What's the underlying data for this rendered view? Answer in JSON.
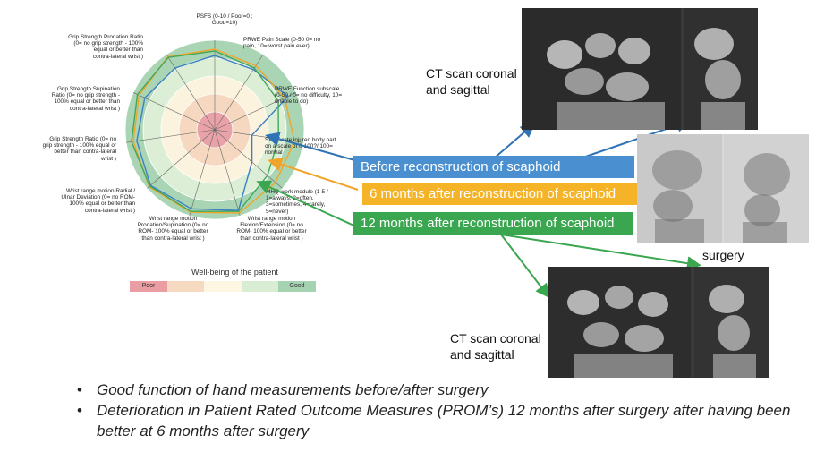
{
  "chart_data": {
    "type": "radar",
    "axes": [
      "PSFS (0-10 / Poor=0 ;\nGood=10)",
      "PRWE Pain Scale (0-50 0= no\npain, 10= worst pain ever)",
      "PRWE Function subscale\n(0-50 / 0= no difficulty, 10=\nunable to do)",
      "SANE rate injured body part\non a scale of 0-100?/ 100=\nnormal",
      "MHQ work module (1-5 /\n1=always, 2=often,\n3=sometimes, 4=rarely,\n5=never)",
      "Wrist range motion\nFlexion/Extension (0= no\nROM- 100% equal or better\nthan contra-lateral wrist )",
      "Wrist range motion\nPronation/Supination (0= no\nROM- 100% equal or better\nthan contra-lateral wrist )",
      "Wrist range motion Radial /\nUlnar Deviation (0= no ROM-\n100% equal or better than\ncontra-lateral wrist )",
      "Grip Strength Ratio (0= no\ngrip strength - 100% equal or\nbetter than contra-lateral\nwrist )",
      "Grip Strength Supination\nRatio (0= no grip strength -\n100% equal or better than\ncontra-lateral wrist )",
      "Grip Strength Pronation Ratio\n(0= no grip strength - 100%\nequal or better than\ncontra-lateral wrist )"
    ],
    "range": [
      0,
      1
    ],
    "series": [
      {
        "name": "Before reconstruction of scaphoid",
        "color": "#3d7fc4",
        "values": [
          0.83,
          0.8,
          0.9,
          0.42,
          0.55,
          0.94,
          0.92,
          0.95,
          0.88,
          0.86,
          0.82
        ]
      },
      {
        "name": "6 months after reconstruction of scaphoid",
        "color": "#f0a52a",
        "values": [
          0.9,
          0.85,
          0.86,
          0.9,
          0.9,
          0.97,
          0.96,
          0.97,
          0.92,
          0.93,
          0.97
        ]
      },
      {
        "name": "12 months after reconstruction of scaphoid",
        "color": "#43a85a",
        "values": [
          0.88,
          0.82,
          0.78,
          0.72,
          0.78,
          0.95,
          0.95,
          0.96,
          0.94,
          0.95,
          0.96
        ]
      }
    ],
    "bands": [
      "#e9a3a8",
      "#f5d8bf",
      "#fbf3de",
      "#dcefd6",
      "#a9d5b4"
    ],
    "legend": {
      "title": "Well-being of the patient",
      "poor": "Poor",
      "good": "Good",
      "colors": [
        "#ea9ea4",
        "#f5d9c0",
        "#fdf6e3",
        "#d9edd4",
        "#a5d2b1"
      ]
    }
  },
  "captions": {
    "ct_top": "CT scan coronal\nand sagittal",
    "ct_bottom": "CT scan coronal\nand sagittal",
    "xray": "surgery"
  },
  "banners": {
    "before": {
      "label": "Before reconstruction of scaphoid",
      "color": "#4a90d0"
    },
    "six": {
      "label": "6 months after reconstruction of scaphoid",
      "color": "#f5b328"
    },
    "twelve": {
      "label": "12 months after reconstruction of scaphoid",
      "color": "#3aa64f"
    }
  },
  "bullets": [
    "Good function of hand measurements before/after surgery",
    "Deterioration in Patient Rated Outcome Measures (PROM’s) 12 months after surgery after having been better at 6 months after surgery"
  ]
}
